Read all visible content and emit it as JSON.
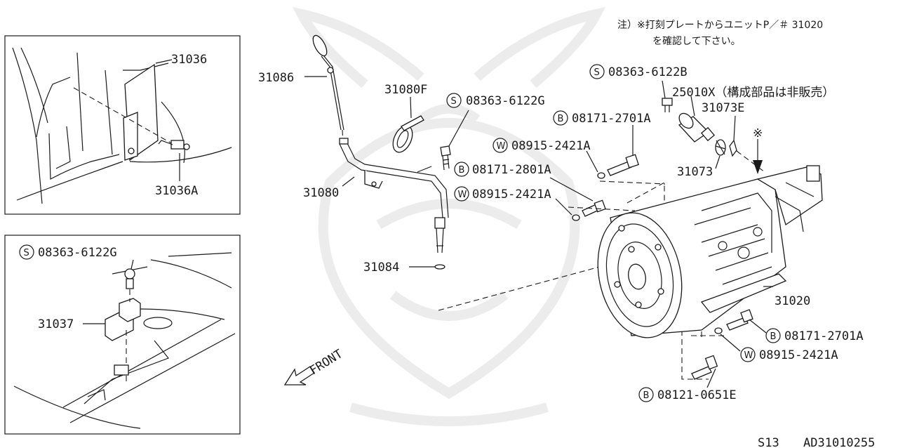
{
  "note": {
    "line1": "注）※打刻プレートからユニットP／＃ 31020",
    "line2": "を確認して下さい。"
  },
  "marker": "※",
  "front_label": "FRONT",
  "footer": {
    "left": "S13",
    "right": "AD31010255"
  },
  "inset1": {
    "part1": "31036",
    "part2": "31036A"
  },
  "inset2": {
    "screw_prefix": "S",
    "screw_no": "08363-6122G",
    "bracket": "31037"
  },
  "main": {
    "p31086": "31086",
    "p31080F": "31080F",
    "p31080": "31080",
    "p31084": "31084",
    "p31020": "31020",
    "p31073": "31073",
    "p31073E": "31073E",
    "p25010X": "25010X（構成部品は非販売）",
    "s_top": {
      "prefix": "S",
      "no": "08363-6122B"
    },
    "s_mid": {
      "prefix": "S",
      "no": "08363-6122G"
    },
    "b_top": {
      "prefix": "B",
      "no": "08171-2701A"
    },
    "w_top": {
      "prefix": "W",
      "no": "08915-2421A"
    },
    "b_mid": {
      "prefix": "B",
      "no": "08171-2801A"
    },
    "w_mid": {
      "prefix": "W",
      "no": "08915-2421A"
    },
    "b_right": {
      "prefix": "B",
      "no": "08171-2701A"
    },
    "w_right": {
      "prefix": "W",
      "no": "08915-2421A"
    },
    "b_bottom": {
      "prefix": "B",
      "no": "08121-0651E"
    }
  }
}
